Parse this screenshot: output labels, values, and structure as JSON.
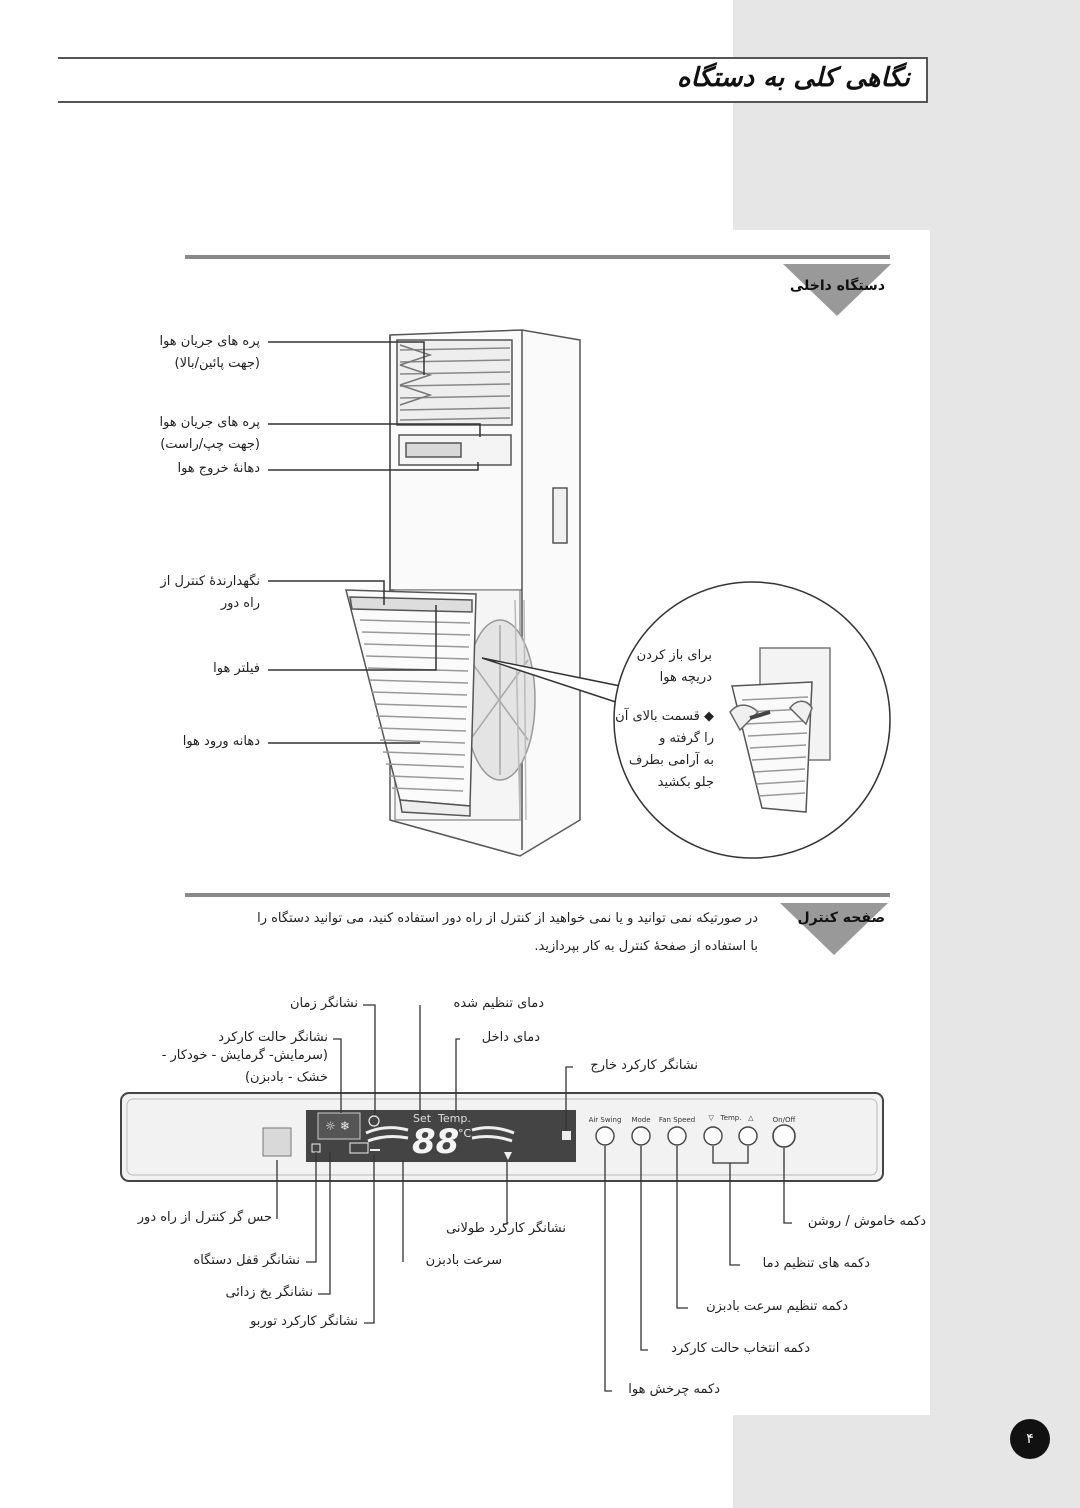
{
  "header": {
    "title": "نگاهی کلی به دستگاه"
  },
  "indoor_unit": {
    "section_title": "دستگاه داخلی",
    "labels": {
      "vertical_louver": "پره های جریان هوا",
      "vertical_louver_dir": "(جهت پائین/بالا)",
      "horizontal_louver": "پره های جریان هوا",
      "horizontal_louver_dir": "(جهت چپ/راست)",
      "air_outlet": "دهانۀ خروج هوا",
      "remote_holder": "نگهدارندۀ کنترل از",
      "remote_holder_2": "راه دور",
      "air_filter": "فیلتر هوا",
      "air_inlet": "دهانه ورود هوا"
    },
    "inset": {
      "title_1": "برای باز کردن",
      "title_2": "دریچه هوا",
      "bullet": "◆",
      "step_1": "قسمت بالای آن",
      "step_2": "را گرفته و",
      "step_3": "به آرامی بطرف",
      "step_4": "جلو بکشید"
    }
  },
  "control_panel": {
    "section_title": "صفحه کنترل",
    "intro_line1": "در صورتیکه نمی توانید و یا نمی خواهید از کنترل از راه دور استفاده کنید، می توانید دستگاه را",
    "intro_line2": "با استفاده از صفحۀ کنترل به کار بپردازید.",
    "display_text": {
      "set_temp": "Set  Temp.",
      "digits": "88",
      "unit": "°C"
    },
    "button_labels": [
      "Air Swing",
      "Mode",
      "Fan Speed",
      "▽   Temp.   △",
      "On/Off"
    ],
    "top_labels": {
      "timer": "نشانگر زمان",
      "mode_indicator": "نشانگر حالت کارکرد",
      "mode_list_1": "(سرمایش- گرمایش - خودکار -",
      "mode_list_2": "خشک - بادبزن)",
      "set_temp": "دمای تنظیم شده",
      "room_temp": "دمای داخل",
      "outdoor_op": "نشانگر کارکرد خارج"
    },
    "bottom_labels": {
      "remote_sensor": "حس گر کنترل از راه دور",
      "lock": "نشانگر قفل دستگاه",
      "defrost": "نشانگر یخ زدائی",
      "turbo": "نشانگر کارکرد توربو",
      "long_swing": "نشانگر کارکرد طولانی",
      "fan_speed": "سرعت بادبزن",
      "on_off_btn": "دکمه خاموش / روشن",
      "temp_btn": "دکمه های تنظیم دما",
      "fan_btn": "دکمه تنظیم سرعت بادبزن",
      "mode_btn": "دکمه انتخاب حالت کارکرد",
      "swing_btn": "دکمه چرخش هوا"
    }
  },
  "page": {
    "number": "۴"
  }
}
